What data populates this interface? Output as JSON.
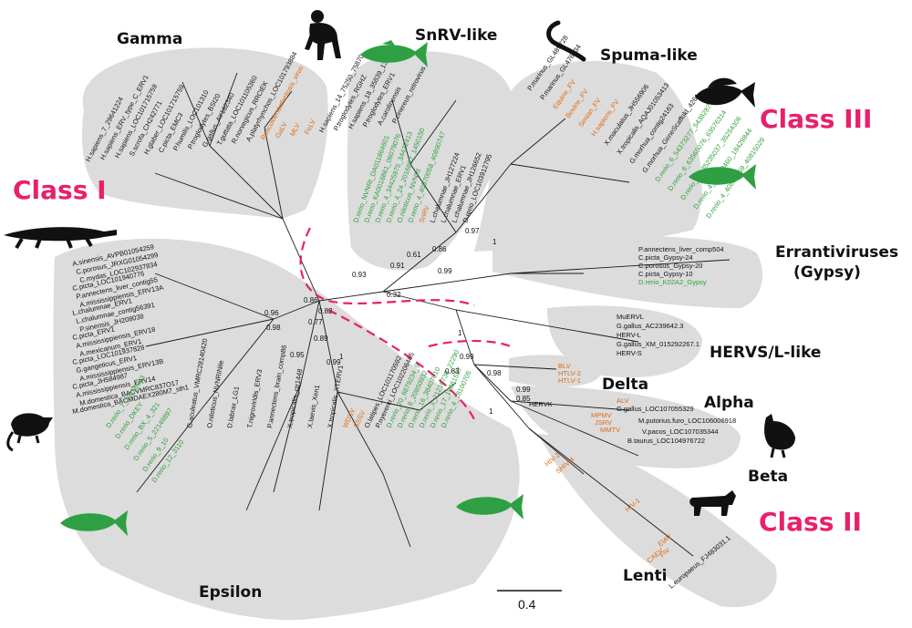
{
  "clades": {
    "gamma": "Gamma",
    "snrv_like": "SnRV-like",
    "spuma_like": "Spuma-like",
    "errantiviruses": "Errantiviruses",
    "gypsy": "(Gypsy)",
    "hervs_l_like": "HERVS/L-like",
    "delta": "Delta",
    "alpha": "Alpha",
    "beta": "Beta",
    "lenti": "Lenti",
    "epsilon": "Epsilon"
  },
  "classes": {
    "class1": "Class I",
    "class2": "Class II",
    "class3": "Class III"
  },
  "scale_bar": {
    "label": "0.4"
  },
  "supports": [
    "0.93",
    "0.91",
    "0.61",
    "0.86",
    "0.97",
    "1",
    "0.32",
    "0.99",
    "0.86",
    "0.82",
    "0.96",
    "0.98",
    "0.77",
    "0.95",
    "0.89",
    "0.99",
    "1",
    "0.99",
    "0.83",
    "0.98",
    "1",
    "0.99",
    "0.85",
    "1"
  ],
  "tips": {
    "errantiviruses": [
      "P.annectens_liver_comp504",
      "C.picta_Gypsy-24",
      "C.porosus_Gypsy-20",
      "C.picta_Gypsy-10",
      "D.rerio_K02A2_Gypsy"
    ],
    "hervs": [
      "MuERVL",
      "G.gallus_AC239642.3",
      "HERV-L",
      "G.gallus_XM_015292267.1",
      "HERV-S"
    ],
    "delta": [
      "BLV",
      "HTLV-2",
      "HTLV-1"
    ],
    "alpha": [
      "ALV",
      "G.gallus_LOC107055329"
    ],
    "beta": [
      "HERVK",
      "MPMV",
      "JSRV",
      "MMTV",
      "M.putorius.furo_LOC106006918",
      "V.pacos_LOC107035344",
      "B.taurus_LOC104976722"
    ],
    "lenti": [
      "HIV-2",
      "SHIV-4",
      "HIV-1",
      "EIAV",
      "FIV",
      "CAEV",
      "L.europaeus_FJ483031.1"
    ],
    "spuma": [
      "P.marinus_GL489728",
      "P.marinus_GL476534",
      "Equine_FV",
      "Bovine_FV",
      "Simian_FV",
      "H.sapiens_FV",
      "X.maculatus_JH556906",
      "X.tropicalis_AQAJ01053413",
      "G.morhua_contig24163",
      "G.morhua_GeneScaffold_4261",
      "D.rerio_6_54373277_54382877",
      "D.rerio_6_63565076_63576314",
      "D.rerio_24_35235037_35254306",
      "D.rerio_4_18030460_18429844",
      "D.rerio_4_40803759_40815029"
    ],
    "snrv": [
      "D.rerio_NVNRI_DA011864601",
      "D.rerio_KA0018861_06079076",
      "D.rerio_4_34425975_34432413",
      "D.rerio_4_24_2016887_1450150",
      "O.niloticus_NVNRI",
      "D.rerio_4_40870058_40890747",
      "SnRV",
      "L.chalumnae_JH127224",
      "L.chalumnae_ERV1",
      "L.chalumnae_JH126652",
      "D.rerio_LOC103912795"
    ],
    "gamma": [
      "H.sapiens_7_29641224",
      "H.sapiens_ERV_type_C_ERV1",
      "H.sapiens_LOC101715759",
      "S.scrofa_CH242771",
      "H.glaber_LOC101715759",
      "C.picta_EMC3",
      "P.humilis_LOC101310",
      "P.troglodytes_BSI20",
      "G.gallus_AY182340",
      "T.guttata_LOC101105360",
      "R.norvegicus_RRCtEK",
      "A.platyrhynchos_LOC101793884",
      "Reticuloendotheliosis_virus",
      "GaLV",
      "MLV",
      "FeLV",
      "H.sapiens_14_75250_75870",
      "P.troglodytes_RGHZ",
      "H.sapiens_18_35839_135850",
      "P.troglodytes_ERV1",
      "A.carolinensis",
      "P.cinereus_retrovirus"
    ],
    "epsilon": [
      "A.sinensis_AVPB01054259",
      "C.porosus_JRXG01054299",
      "C.mydas_LOC102937834",
      "C.picta_LOC101940776",
      "P.annectens_liver_contig55",
      "A.mississippiensis_ERV13A",
      "L.chalumnae_ERV1",
      "L.chalumnae_contig56391",
      "P.sinensis_JH208038",
      "C.picta_ERV1",
      "A.mississippiensis_ERV18",
      "A.mexicanum_ERV1",
      "C.picta_LOC101937828",
      "G.gangeticus_ERV1",
      "A.mississippiensis_ERV13B",
      "C.picta_JH584987",
      "A.mississippiensis_ERV14",
      "M.domestica_BACVMRC837O17",
      "M.domestica_BACMDAEX280M7_sth1",
      "D.rerio_7_23156943",
      "D.rerio_DKEY",
      "D.rerio_BX_4_321",
      "D.rerio_5_22146897",
      "D.rerio_9_10",
      "D.rerio_12_3110",
      "G.aculeatus_VMRC28140420",
      "O.niloticus_NVNRINile",
      "D.labrax_LG1",
      "T.nigroviridis_ERV3",
      "P.annectens_brain_comp86",
      "X.tropicalis_ctr1448",
      "X.laevis_Xen1",
      "X.tropicalis_XTERV1",
      "WDSV",
      "SSSV",
      "O.latipes_LOC101170592",
      "P.nyererei_LOC102206405",
      "D.rerio_20_6879234_9",
      "D.rerio_8_20850932",
      "D.rerio_16_38407010",
      "D.rerio_3_21216738_22290",
      "D.rerio_17_18861537",
      "D.rerio_4_18100705"
    ]
  }
}
